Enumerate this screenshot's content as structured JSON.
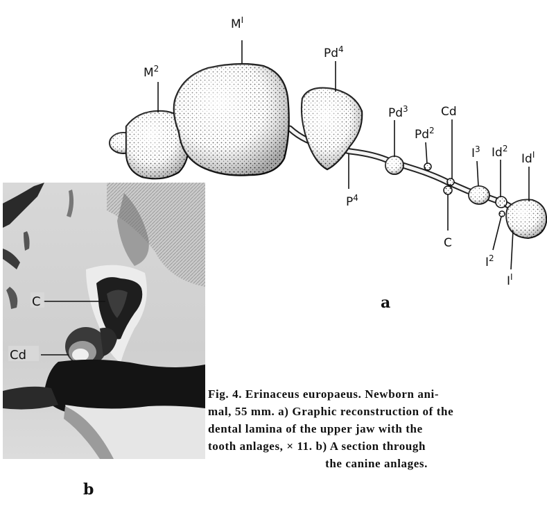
{
  "figure": {
    "panel_a_letter": "a",
    "panel_b_letter": "b",
    "labels_a": {
      "M2": {
        "base": "M",
        "sup": "2"
      },
      "M1": {
        "base": "M",
        "sup": "I"
      },
      "Pd4": {
        "base": "Pd",
        "sup": "4"
      },
      "Pd3": {
        "base": "Pd",
        "sup": "3"
      },
      "Pd2": {
        "base": "Pd",
        "sup": "2"
      },
      "Cd": {
        "base": "Cd",
        "sup": ""
      },
      "I3": {
        "base": "I",
        "sup": "3"
      },
      "Id2": {
        "base": "Id",
        "sup": "2"
      },
      "Id1": {
        "base": "Id",
        "sup": "I"
      },
      "P4": {
        "base": "P",
        "sup": "4"
      },
      "C": {
        "base": "C",
        "sup": ""
      },
      "I2": {
        "base": "I",
        "sup": "2"
      },
      "I1": {
        "base": "I",
        "sup": "I"
      }
    },
    "labels_b": {
      "C": "C",
      "Cd": "Cd"
    },
    "caption": {
      "line1": "Fig. 4. Erinaceus europaeus. Newborn ani-",
      "line2": "mal, 55 mm. a) Graphic reconstruction of the",
      "line3": "dental lamina of the upper jaw with the",
      "line4": "tooth anlages, × 11. b) A section through",
      "line5": "the canine anlages."
    }
  }
}
